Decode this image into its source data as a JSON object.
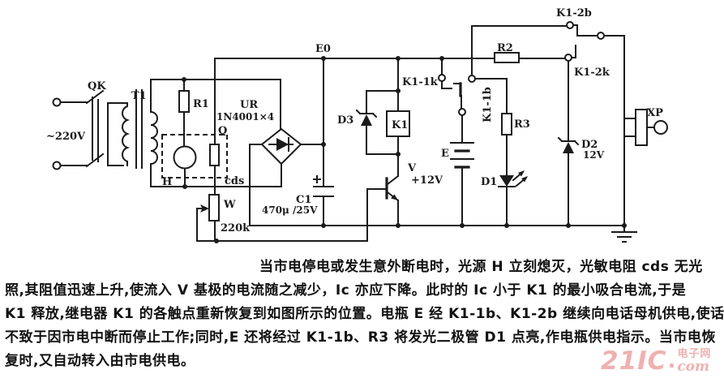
{
  "schematic": {
    "labels": {
      "qk": "QK",
      "mains": "~220V",
      "t1": "T1",
      "r1": "R1",
      "h": "H",
      "q": "Q",
      "cds": "cds",
      "w": "W",
      "w_val": "220k",
      "ur": "UR",
      "ur_val": "1N4001×4",
      "e0": "E0",
      "c1": "C1",
      "c1_val": "470μ /25V",
      "d3": "D3",
      "k1": "K1",
      "k1_1k": "K1-1k",
      "v": "V",
      "v_val": "+12V",
      "e": "E",
      "k1_1b": "K1-1b",
      "r3": "R3",
      "d1": "D1",
      "r2": "R2",
      "k1_2b": "K1-2b",
      "k1_2k": "K1-2k",
      "d2": "D2",
      "d2_val": "12V",
      "xp": "XP"
    }
  },
  "description": {
    "lines": [
      "当市电停电或发生意外断电时，光源 H 立刻熄灭，光敏电阻 cds 无光",
      "照,其阻值迅速上升,使流入 V 基极的电流随之减少，Ic 亦应下降。此时的 Ic 小于 K1 的最小吸合电流,于是",
      "K1 释放,继电器 K1 的各触点重新恢复到如图所示的位置。电瓶 E 经 K1-1b、K1-2b 继续向电话母机供电,使话机",
      "不致于因市电中断而停止工作;同时,E 还将经过 K1-1b、R3 将发光二极管 D1 点亮,作电瓶供电指示。当市电恢",
      "复时,又自动转入由市电供电。"
    ]
  },
  "watermark": {
    "brand": "21IC",
    "dot": ".",
    "site_cn": "电子网",
    "tld": "com"
  },
  "colors": {
    "ink": "#1b1b1b",
    "watermark_pink": "#f0b0b0",
    "background": "#ffffff"
  }
}
